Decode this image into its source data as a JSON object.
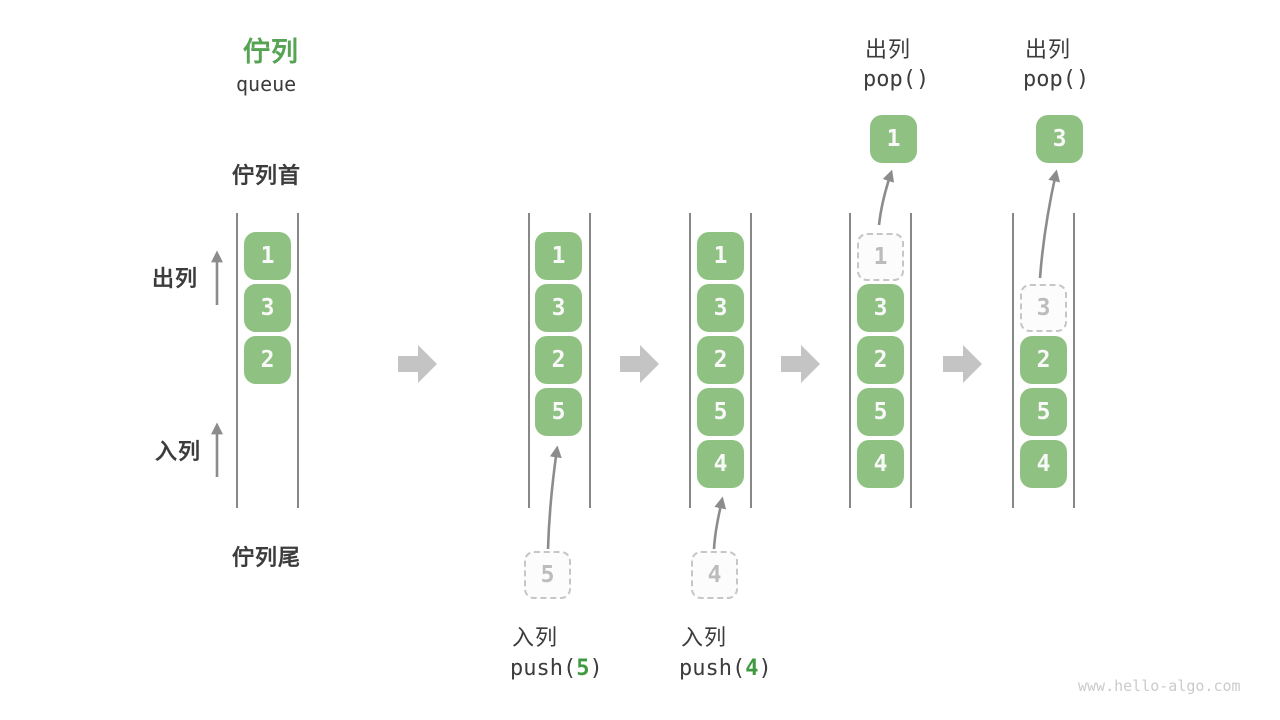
{
  "title": {
    "zh": "佇列",
    "en": "queue"
  },
  "side_labels": {
    "front": "佇列首",
    "rear": "佇列尾",
    "dequeue": "出列",
    "enqueue": "入列"
  },
  "columns": [
    {
      "cells": [
        "1",
        "3",
        "2"
      ]
    },
    {
      "cells": [
        "1",
        "3",
        "2",
        "5"
      ]
    },
    {
      "cells": [
        "1",
        "3",
        "2",
        "5",
        "4"
      ]
    },
    {
      "dashed": "1",
      "cells": [
        "3",
        "2",
        "5",
        "4"
      ]
    },
    {
      "dashed": "3",
      "cells": [
        "2",
        "5",
        "4"
      ]
    }
  ],
  "push_ops": [
    {
      "label": "入列",
      "code_pre": "push(",
      "arg": "5",
      "code_post": ")",
      "value": "5"
    },
    {
      "label": "入列",
      "code_pre": "push(",
      "arg": "4",
      "code_post": ")",
      "value": "4"
    }
  ],
  "pop_ops": [
    {
      "label": "出列",
      "code": "pop()",
      "value": "1"
    },
    {
      "label": "出列",
      "code": "pop()",
      "value": "3"
    }
  ],
  "watermark": "www.hello-algo.com",
  "colors": {
    "box_green": "#8fc182",
    "title_green": "#56a353",
    "code_arg_green": "#3f9a3f",
    "thin_arrow_gray": "#8c8c8c",
    "block_arrow_gray": "#c4c4c4",
    "wall_gray": "#606060",
    "dashed_border_gray": "#c6c6c6",
    "text_dark": "#3c3c3c",
    "watermark_gray": "#cbcbcb"
  }
}
